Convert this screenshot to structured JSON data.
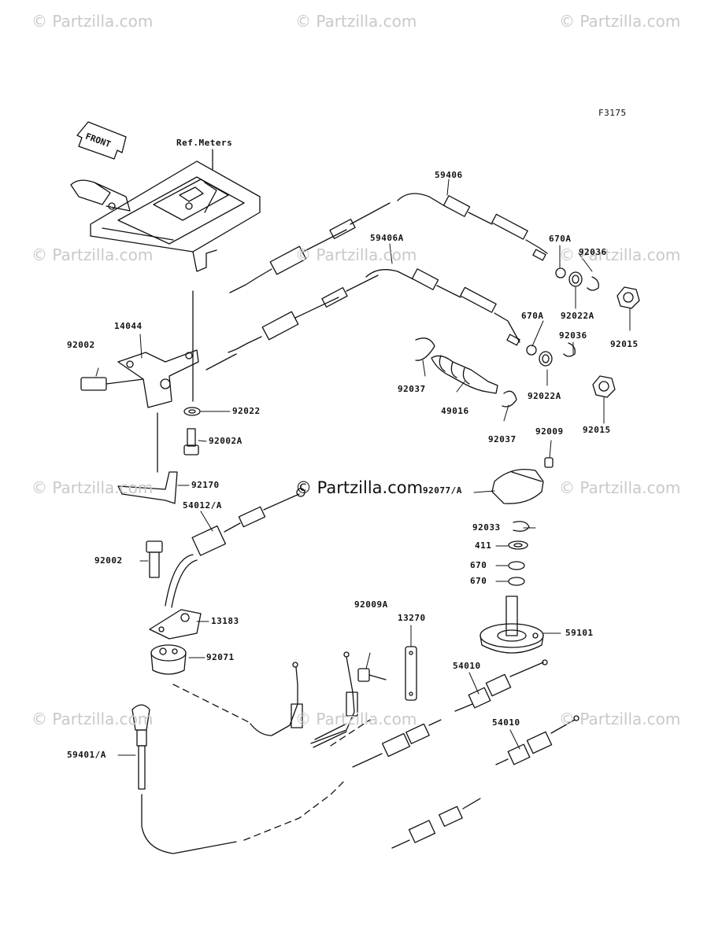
{
  "figure_code": "F3175",
  "watermark": "© Partzilla.com",
  "front_marker": "FRONT",
  "ref_meters": "Ref.Meters",
  "parts": {
    "p59406": "59406",
    "p59406A": "59406A",
    "p670A_1": "670A",
    "p92036_1": "92036",
    "p92022A_1": "92022A",
    "p92015_1": "92015",
    "p670A_2": "670A",
    "p92036_2": "92036",
    "p92022A_2": "92022A",
    "p92015_2": "92015",
    "p14044": "14044",
    "p92002_1": "92002",
    "p92022": "92022",
    "p92002A": "92002A",
    "p92037_1": "92037",
    "p49016": "49016",
    "p92037_2": "92037",
    "p92009": "92009",
    "p92170": "92170",
    "p54012A": "54012/A",
    "p92077A": "92077/A",
    "p92033": "92033",
    "p411": "411",
    "p670_1": "670",
    "p670_2": "670",
    "p92002_2": "92002",
    "p92009A": "92009A",
    "p13270": "13270",
    "p13183": "13183",
    "p59101": "59101",
    "p92071": "92071",
    "p54010_1": "54010",
    "p54010_2": "54010",
    "p59401A": "59401/A"
  },
  "colors": {
    "line": "#111111",
    "watermark": "#c9c9c9"
  }
}
